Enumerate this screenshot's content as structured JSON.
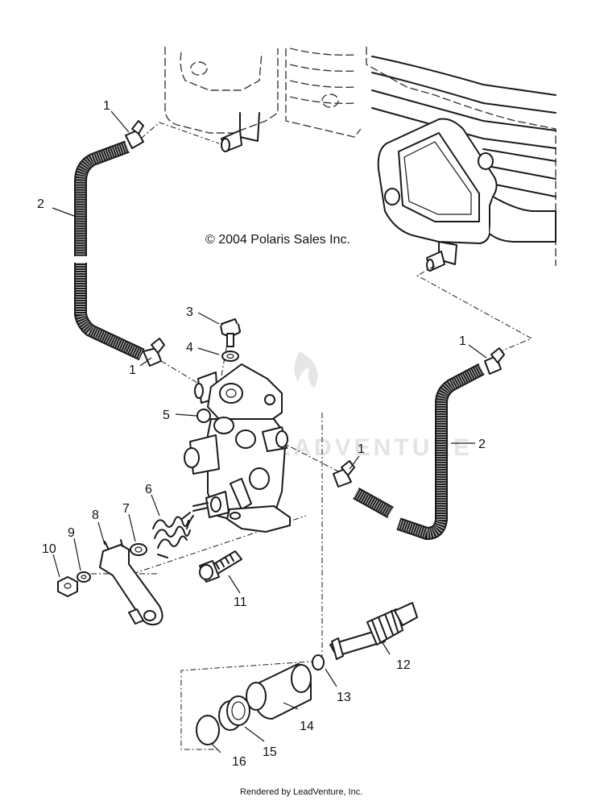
{
  "diagram": {
    "copyright": "© 2004 Polaris Sales Inc.",
    "footer": "Rendered by LeadVenture, Inc.",
    "watermark": "LEADVENTURE",
    "callouts": [
      {
        "id": "c1a",
        "label": "1"
      },
      {
        "id": "c2a",
        "label": "2"
      },
      {
        "id": "c3",
        "label": "3"
      },
      {
        "id": "c4",
        "label": "4"
      },
      {
        "id": "c1b",
        "label": "1"
      },
      {
        "id": "c5",
        "label": "5"
      },
      {
        "id": "c1c",
        "label": "1"
      },
      {
        "id": "c2b",
        "label": "2"
      },
      {
        "id": "c1d",
        "label": "1"
      },
      {
        "id": "c6",
        "label": "6"
      },
      {
        "id": "c7",
        "label": "7"
      },
      {
        "id": "c8",
        "label": "8"
      },
      {
        "id": "c9",
        "label": "9"
      },
      {
        "id": "c10",
        "label": "10"
      },
      {
        "id": "c11",
        "label": "11"
      },
      {
        "id": "c12",
        "label": "12"
      },
      {
        "id": "c13",
        "label": "13"
      },
      {
        "id": "c14",
        "label": "14"
      },
      {
        "id": "c15",
        "label": "15"
      },
      {
        "id": "c16",
        "label": "16"
      }
    ]
  }
}
